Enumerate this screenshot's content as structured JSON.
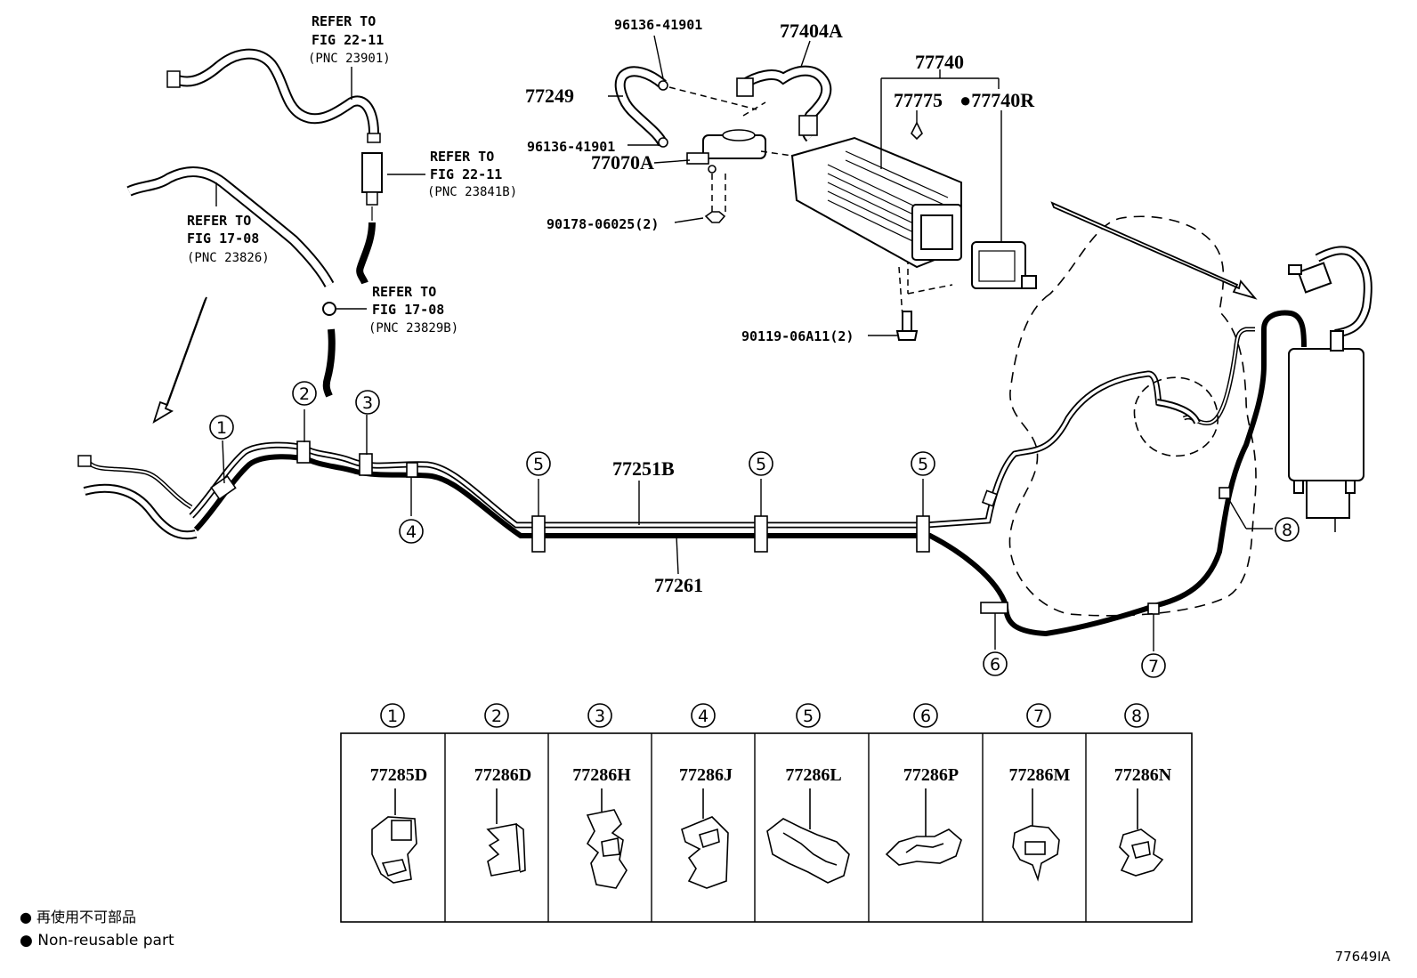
{
  "refs": {
    "r1": {
      "line1": "REFER TO",
      "line2": "FIG 22-11",
      "line3": "(PNC 23901)"
    },
    "r2": {
      "line1": "REFER TO",
      "line2": "FIG 22-11",
      "line3": "(PNC 23841B)"
    },
    "r3": {
      "line1": "REFER TO",
      "line2": "FIG 17-08",
      "line3": "(PNC 23826)"
    },
    "r4": {
      "line1": "REFER TO",
      "line2": "FIG 17-08",
      "line3": "(PNC 23829B)"
    }
  },
  "parts": {
    "p96136a": "96136-41901",
    "p96136b": "96136-41901",
    "p77404A": "77404A",
    "p77249": "77249",
    "p77070A": "77070A",
    "p90178": "90178-06025(2)",
    "p77740": "77740",
    "p77775": "77775",
    "p77740R": "●77740R",
    "p90119": "90119-06A11(2)",
    "p77251B": "77251B",
    "p77261": "77261"
  },
  "callouts": [
    "1",
    "2",
    "3",
    "4",
    "5",
    "5",
    "5",
    "6",
    "7",
    "8"
  ],
  "clamp_table": {
    "headers": [
      "1",
      "2",
      "3",
      "4",
      "5",
      "6",
      "7",
      "8"
    ],
    "parts": [
      "77285D",
      "77286D",
      "77286H",
      "77286J",
      "77286L",
      "77286P",
      "77286M",
      "77286N"
    ]
  },
  "legend": {
    "line1": "● 再使用不可部品",
    "line2": "● Non-reusable part"
  },
  "figure_id": "77649IA"
}
